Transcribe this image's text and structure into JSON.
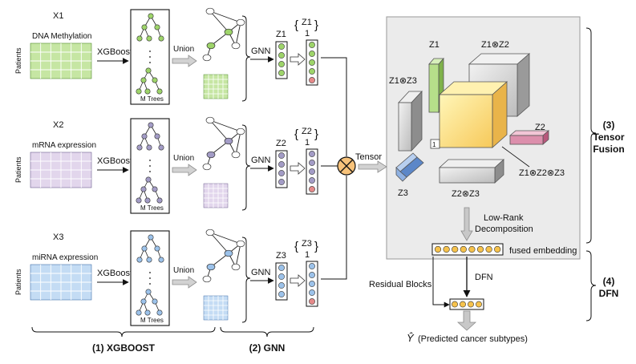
{
  "omics": [
    {
      "name": "X1",
      "type": "DNA Methylation",
      "color": "#c6e6a3",
      "node": "#9ed46a",
      "stroke": "#4f8a2a"
    },
    {
      "name": "X2",
      "type": "mRNA expression",
      "color": "#e2d6ec",
      "node": "#a39cc6",
      "stroke": "#6a5b8e"
    },
    {
      "name": "X3",
      "type": "miRNA expression",
      "color": "#c4dcf4",
      "node": "#9cc2ea",
      "stroke": "#3f6ea8"
    }
  ],
  "labels": {
    "patients": "Patients",
    "xgboost": "XGBoost",
    "m_trees": "M Trees",
    "union": "Union",
    "gnn": "GNN",
    "z": [
      "Z1",
      "Z2",
      "Z3"
    ],
    "one": "1",
    "tensor": "Tensor",
    "tensor_z1": "Z1",
    "tensor_z2": "Z2",
    "tensor_z3": "Z3",
    "z1z2": "Z1⊗Z2",
    "z1z3": "Z1⊗Z3",
    "z2z3": "Z2⊗Z3",
    "z1z2z3": "Z1⊗Z2⊗Z3",
    "cube_one": "1",
    "low_rank_1": "Low-Rank",
    "low_rank_2": "Decomposition",
    "fused_embedding": "fused embedding",
    "residual_blocks": "Residual Blocks",
    "dfn": "DFN",
    "y_hat": "Ŷ",
    "predicted": "(Predicted cancer subtypes)"
  },
  "sections": {
    "xgboost": "(1) XGBOOST",
    "gnn": "(2) GNN",
    "tensor_fusion_1": "(3)",
    "tensor_fusion_2": "Tensor",
    "tensor_fusion_3": "Fusion",
    "dfn_1": "(4)",
    "dfn_2": "DFN"
  }
}
